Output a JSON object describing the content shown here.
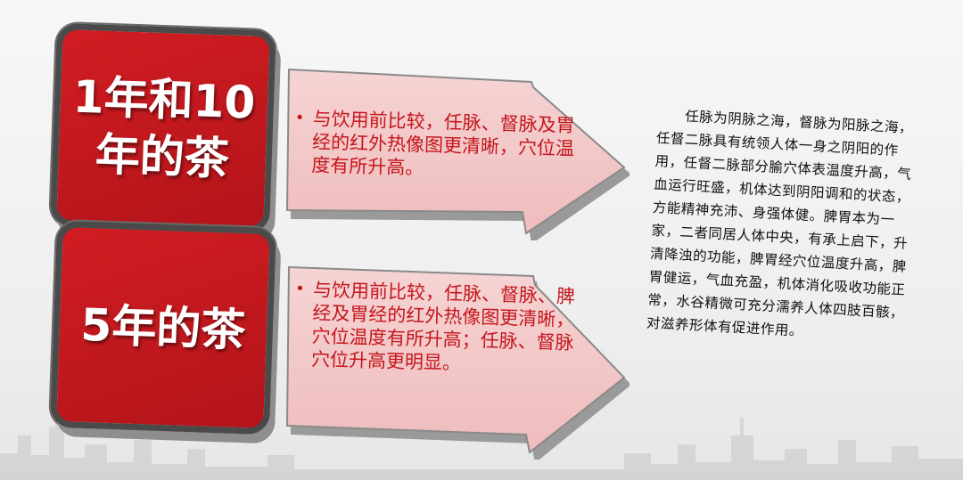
{
  "badges": {
    "top": {
      "line1": "1年和10",
      "line2": "年的茶"
    },
    "bottom": {
      "line1": "5年的茶"
    }
  },
  "arrows": {
    "top": {
      "bullet": "•",
      "text": "与饮用前比较，任脉、督脉及胃经的红外热像图更清晰，穴位温度有所升高。"
    },
    "bottom": {
      "bullet": "•",
      "text": "与饮用前比较，任脉、督脉、脾经及胃经的红外热像图更清晰，穴位温度有所升高；任脉、督脉穴位升高更明显。"
    }
  },
  "explanation": "任脉为阴脉之海，督脉为阳脉之海，任督二脉具有统领人体一身之阴阳的作用，任督二脉部分腧穴体表温度升高，气血运行旺盛，机体达到阴阳调和的状态，方能精神充沛、身强体健。脾胃本为一家，二者同居人体中央，有承上启下，升清降浊的功能，脾胃经穴位温度升高，脾胃健运，气血充盈，机体消化吸收功能正常，水谷精微可充分濡养人体四肢百骸，对滋养形体有促进作用。",
  "colors": {
    "accent": "#c4161c",
    "badge_red": "#d01d22",
    "arrow_fill": "#f3c8c8"
  }
}
